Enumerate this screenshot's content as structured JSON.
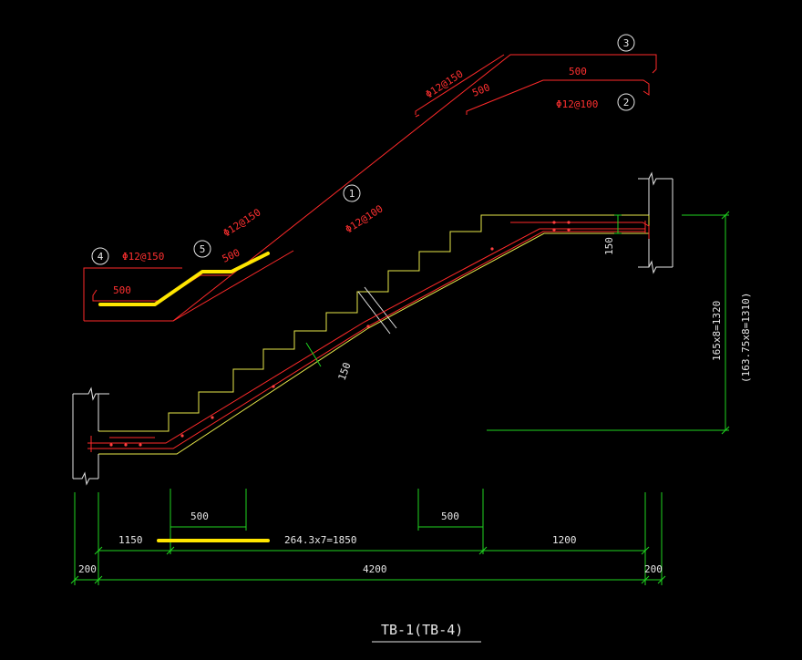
{
  "title": "TB-1(TB-4)",
  "rebars": {
    "r1": {
      "id": "1",
      "spec": "Φ12@100"
    },
    "r2": {
      "id": "2",
      "spec": "Φ12@100",
      "len": "500"
    },
    "r3": {
      "id": "3",
      "spec": "Φ12@150",
      "len": "500"
    },
    "r4": {
      "id": "4",
      "spec": "Φ12@150",
      "len": "500"
    },
    "r5": {
      "id": "5",
      "spec": "Φ12@150",
      "len": "500"
    }
  },
  "dims": {
    "slab_thickness_top": "150",
    "slab_thickness_incline": "150",
    "height_main": "165x8=1320",
    "height_alt": "(163.75x8=1310)",
    "lower_500": "500",
    "upper_500": "500",
    "left_1150": "1150",
    "steps": "264.3x7=1850",
    "right_1200": "1200",
    "total_4200": "4200",
    "left_200": "200",
    "right_200": "200"
  },
  "colors": {
    "rebar": "#ff2a2a",
    "concrete": "#e8e84a",
    "dimension": "#1fd41f",
    "text": "#e6e6e6",
    "highlight": "#ffe600"
  }
}
